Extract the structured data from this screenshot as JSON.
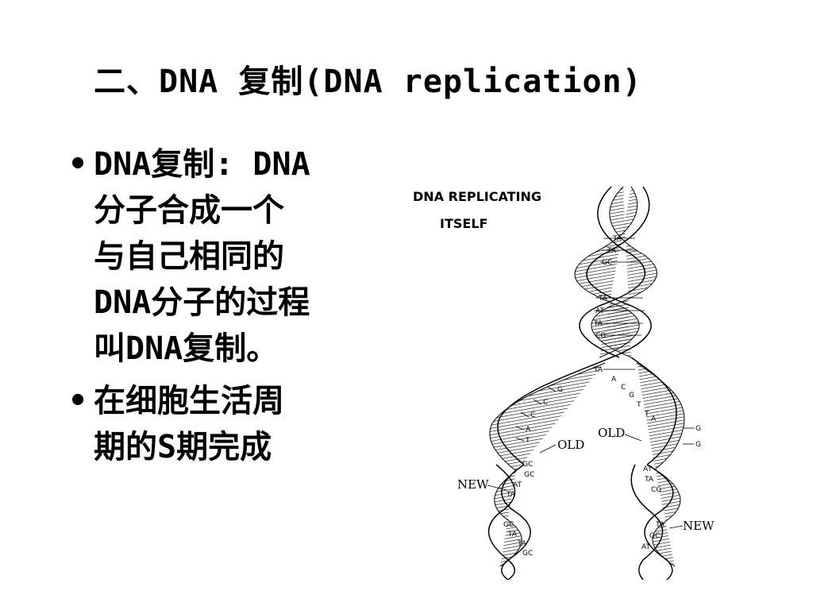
{
  "slide": {
    "title": "二、DNA 复制(DNA replication)",
    "bullets": [
      {
        "lines": [
          "DNA复制:  DNA",
          "分子合成一个",
          "与自己相同的",
          "DNA分子的过程",
          "叫DNA复制。"
        ]
      },
      {
        "lines": [
          "在细胞生活周",
          "期的S期完成"
        ]
      }
    ]
  },
  "figure": {
    "caption_line1": "DNA REPLICATING",
    "caption_line2": "ITSELF",
    "label_old_left": "OLD",
    "label_old_right": "OLD",
    "label_new_left": "NEW",
    "label_new_right": "NEW",
    "top_pairs": [
      "TA",
      "TA",
      "GC",
      "TA",
      "AT",
      "TA",
      "CG",
      "TA"
    ],
    "left_fork_bases": [
      "G",
      "C",
      "C",
      "A",
      "T"
    ],
    "right_fork_bases": [
      "A",
      "C",
      "G",
      "T",
      "T",
      "A"
    ],
    "far_right_bases": [
      "G",
      "G"
    ],
    "left_new_pairs": [
      "GC",
      "GC",
      "AT",
      "TA",
      "GC",
      "TA",
      "TA",
      "GC"
    ],
    "right_new_pairs": [
      "AT",
      "TA",
      "CG",
      "TA",
      "GC",
      "AT"
    ]
  }
}
